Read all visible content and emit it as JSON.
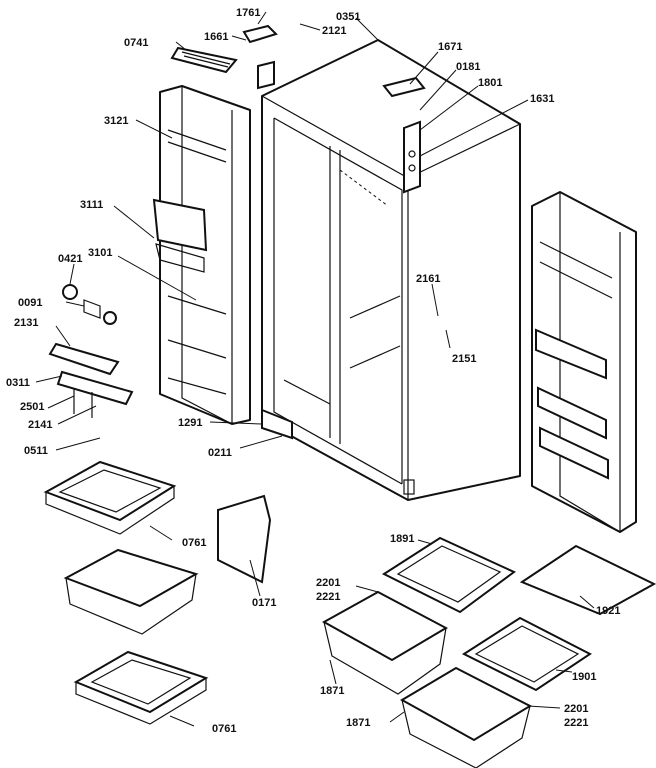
{
  "callouts": [
    {
      "id": "c1761a",
      "text": "1761"
    },
    {
      "id": "c2121a",
      "text": "2121"
    },
    {
      "id": "c0351",
      "text": "0351"
    },
    {
      "id": "c0741",
      "text": "0741"
    },
    {
      "id": "c1661",
      "text": "1661"
    },
    {
      "id": "c1671",
      "text": "1671"
    },
    {
      "id": "c0181",
      "text": "0181"
    },
    {
      "id": "c1801",
      "text": "1801"
    },
    {
      "id": "c1631",
      "text": "1631"
    },
    {
      "id": "c3121",
      "text": "3121"
    },
    {
      "id": "c3111",
      "text": "3111"
    },
    {
      "id": "c0421",
      "text": "0421"
    },
    {
      "id": "c3101",
      "text": "3101"
    },
    {
      "id": "c2161",
      "text": "2161"
    },
    {
      "id": "c0091",
      "text": "0091"
    },
    {
      "id": "c2131",
      "text": "2131"
    },
    {
      "id": "c2151",
      "text": "2151"
    },
    {
      "id": "c0311",
      "text": "0311"
    },
    {
      "id": "c2501",
      "text": "2501"
    },
    {
      "id": "c2141",
      "text": "2141"
    },
    {
      "id": "c1291",
      "text": "1291"
    },
    {
      "id": "c0211",
      "text": "0211"
    },
    {
      "id": "c0511",
      "text": "0511"
    },
    {
      "id": "c0761a",
      "text": "0761"
    },
    {
      "id": "c1891",
      "text": "1891"
    },
    {
      "id": "c2201a",
      "text": "2201"
    },
    {
      "id": "c2221a",
      "text": "2221"
    },
    {
      "id": "c0171",
      "text": "0171"
    },
    {
      "id": "c1921",
      "text": "1921"
    },
    {
      "id": "c1871a",
      "text": "1871"
    },
    {
      "id": "c1901",
      "text": "1901"
    },
    {
      "id": "c2201b",
      "text": "2201"
    },
    {
      "id": "c2221b",
      "text": "2221"
    },
    {
      "id": "c1871b",
      "text": "1871"
    },
    {
      "id": "c0761b",
      "text": "0761"
    }
  ]
}
